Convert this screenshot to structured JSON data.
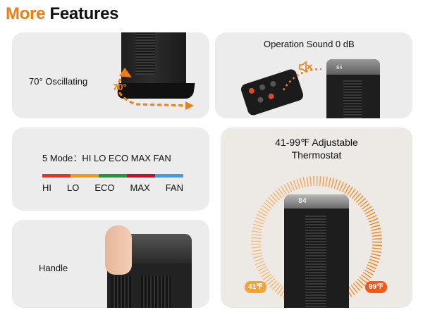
{
  "header": {
    "title_accent": "More",
    "title_rest": "Features"
  },
  "oscillation": {
    "label": "70° Oscillating",
    "angle_label": "70°"
  },
  "sound": {
    "label": "Operation Sound 0 dB"
  },
  "modes": {
    "label": "5 Mode：HI LO ECO MAX FAN",
    "items": [
      "HI",
      "LO",
      "ECO",
      "MAX",
      "FAN"
    ],
    "colors": [
      "#e8331f",
      "#f29a16",
      "#1a9a3b",
      "#c8102e",
      "#3aa0e8"
    ]
  },
  "handle": {
    "label": "Handle"
  },
  "thermostat": {
    "title_line1": "41-99℉ Adjustable",
    "title_line2": "Thermostat",
    "display": "84",
    "min_label": "41℉",
    "max_label": "99℉"
  },
  "colors": {
    "accent": "#ef7d11",
    "card_bg": "#ececec"
  }
}
